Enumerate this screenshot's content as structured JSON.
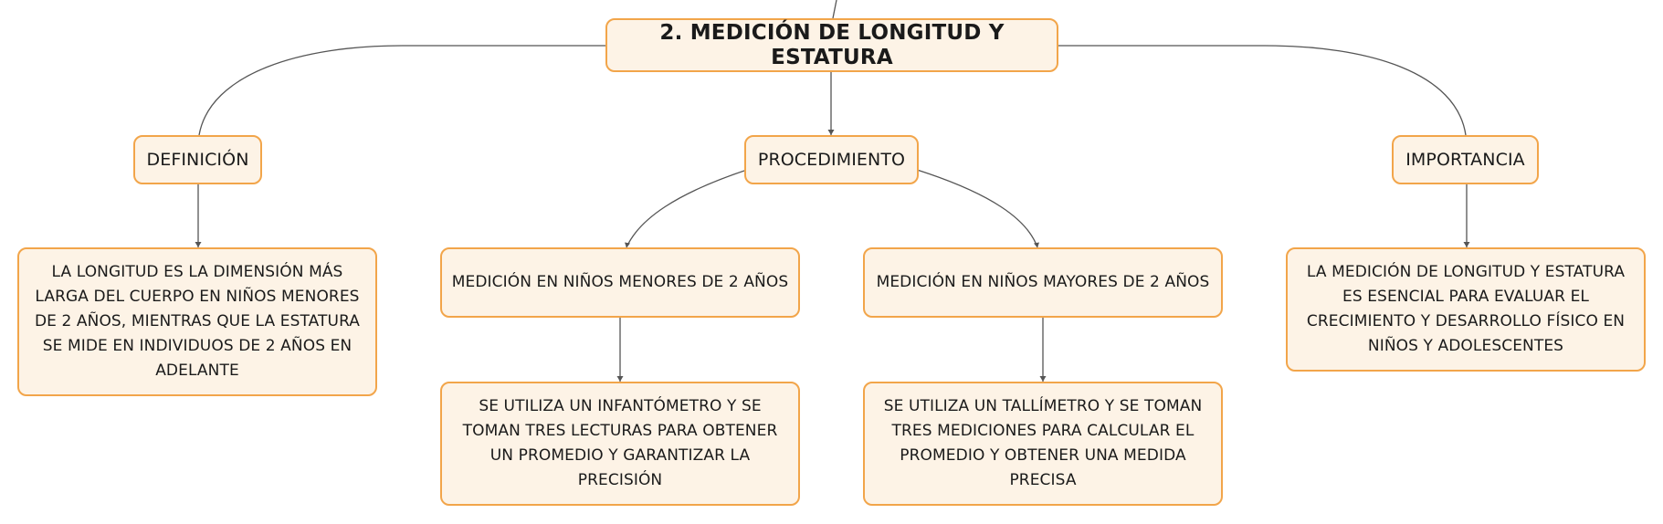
{
  "root": {
    "label": "2. MEDICIÓN DE LONGITUD Y ESTATURA"
  },
  "branches": {
    "definicion": {
      "label": "DEFINICIÓN",
      "detail": "LA LONGITUD ES LA DIMENSIÓN MÁS LARGA DEL CUERPO EN NIÑOS MENORES DE 2 AÑOS, MIENTRAS QUE LA ESTATURA SE MIDE EN INDIVIDUOS DE 2 AÑOS EN ADELANTE"
    },
    "procedimiento": {
      "label": "PROCEDIMIENTO",
      "children": [
        {
          "label": "MEDICIÓN EN NIÑOS MENORES DE 2 AÑOS",
          "detail": "SE UTILIZA UN INFANTÓMETRO Y SE TOMAN TRES LECTURAS PARA OBTENER UN PROMEDIO Y GARANTIZAR LA PRECISIÓN"
        },
        {
          "label": "MEDICIÓN EN NIÑOS MAYORES DE 2 AÑOS",
          "detail": "SE UTILIZA UN TALLÍMETRO Y SE TOMAN TRES MEDICIONES PARA CALCULAR EL PROMEDIO Y OBTENER UNA MEDIDA PRECISA"
        }
      ]
    },
    "importancia": {
      "label": "IMPORTANCIA",
      "detail": "LA MEDICIÓN DE LONGITUD Y ESTATURA ES ESENCIAL PARA EVALUAR EL CRECIMIENTO Y DESARROLLO FÍSICO EN NIÑOS Y ADOLESCENTES"
    }
  },
  "colors": {
    "node_fill": "#fdf3e6",
    "node_border": "#f2a54a",
    "connector": "#555555"
  }
}
